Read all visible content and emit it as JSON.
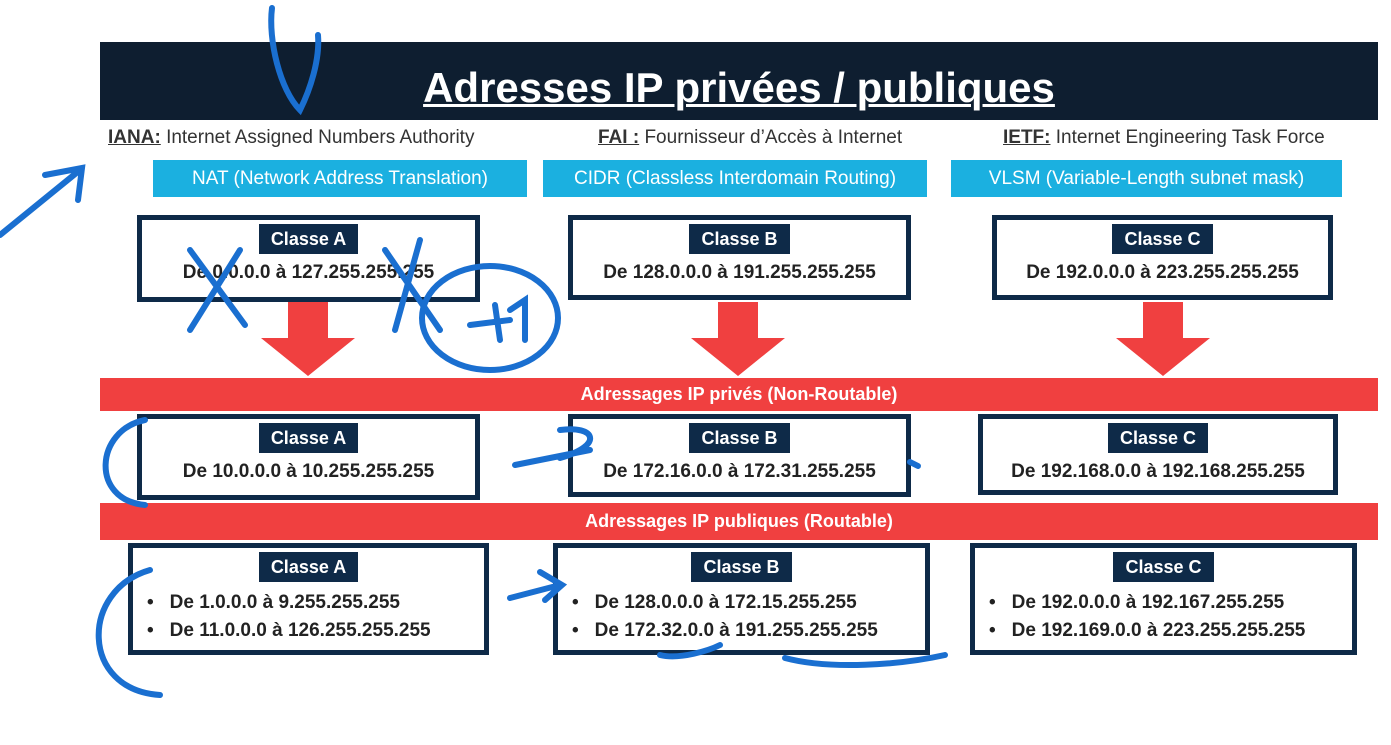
{
  "title": "Adresses IP privées / publiques",
  "acronyms": [
    {
      "abbr": "IANA:",
      "full": "Internet Assigned Numbers Authority"
    },
    {
      "abbr": "FAI :",
      "full": "Fournisseur d’Accès à Internet"
    },
    {
      "abbr": "IETF:",
      "full": "Internet Engineering Task Force"
    }
  ],
  "concepts": [
    "NAT (Network Address Translation)",
    "CIDR (Classless Interdomain Routing)",
    "VLSM (Variable-Length subnet mask)"
  ],
  "classes": [
    {
      "label": "Classe A",
      "range": "De 0.0.0.0 à 127.255.255.255"
    },
    {
      "label": "Classe B",
      "range": "De 128.0.0.0 à 191.255.255.255"
    },
    {
      "label": "Classe C",
      "range": "De 192.0.0.0 à 223.255.255.255"
    }
  ],
  "private_title": "Adressages IP privés (Non-Routable)",
  "private": [
    {
      "label": "Classe A",
      "range": "De 10.0.0.0 à 10.255.255.255"
    },
    {
      "label": "Classe B",
      "range": "De 172.16.0.0 à 172.31.255.255"
    },
    {
      "label": "Classe C",
      "range": "De 192.168.0.0 à 192.168.255.255"
    }
  ],
  "public_title": "Adressages IP publiques (Routable)",
  "public": [
    {
      "label": "Classe A",
      "ranges": [
        "De 1.0.0.0 à 9.255.255.255",
        "De 11.0.0.0 à 126.255.255.255"
      ]
    },
    {
      "label": "Classe B",
      "ranges": [
        "De 128.0.0.0 à 172.15.255.255",
        "De 172.32.0.0 à 191.255.255.255"
      ]
    },
    {
      "label": "Classe C",
      "ranges": [
        "De 192.0.0.0 à 192.167.255.255",
        "De 192.169.0.0 à 223.255.255.255"
      ]
    }
  ],
  "annotation_text": "+1",
  "colors": {
    "header": "#0e1e30",
    "cyan": "#1bb0e0",
    "red": "#f04040",
    "ink": "#1a6fd0"
  }
}
